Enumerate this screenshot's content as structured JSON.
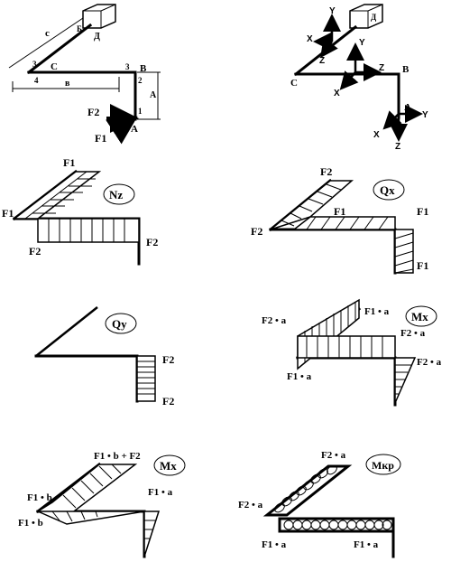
{
  "scheme": {
    "points": {
      "A": "A",
      "B": "B",
      "C": "C",
      "D": "Д",
      "E": "Б"
    },
    "dims": {
      "c": "c",
      "b": "в",
      "a": "A"
    },
    "sections": [
      "1",
      "2",
      "3",
      "3",
      "4"
    ],
    "forces": {
      "f1": "F1",
      "f2": "F2"
    }
  },
  "axes": {
    "x": "X",
    "y": "Y",
    "z": "Z",
    "points": {
      "A": "A",
      "B": "B",
      "C": "C",
      "D": "Д"
    }
  },
  "nz": {
    "title": "Nz",
    "labels": {
      "top": "F1",
      "left": "F1",
      "bottom": "F2",
      "right": "F2"
    }
  },
  "qx": {
    "title": "Qx",
    "labels": {
      "top": "F2",
      "left": "F2",
      "mid": "F1",
      "corner": "F1",
      "right": "F1"
    }
  },
  "qy": {
    "title": "Qy",
    "labels": {
      "upper": "F2",
      "lower": "F2"
    }
  },
  "mx": {
    "title": "Mx",
    "labels": {
      "top": "F1 • a",
      "left": "F2 • a",
      "mid": "F2 • a",
      "bottom": "F1 • a",
      "right": "F2 • a"
    }
  },
  "my": {
    "title": "Mx",
    "labels": {
      "top": "F1 • b + F2",
      "left1": "F1 • b",
      "left2": "F1 • b",
      "right": "F1 • a"
    }
  },
  "mkr": {
    "title": "Mкр",
    "labels": {
      "top": "F2 • a",
      "left": "F2 • a",
      "bottom1": "F1 • a",
      "bottom2": "F1 • a"
    }
  }
}
